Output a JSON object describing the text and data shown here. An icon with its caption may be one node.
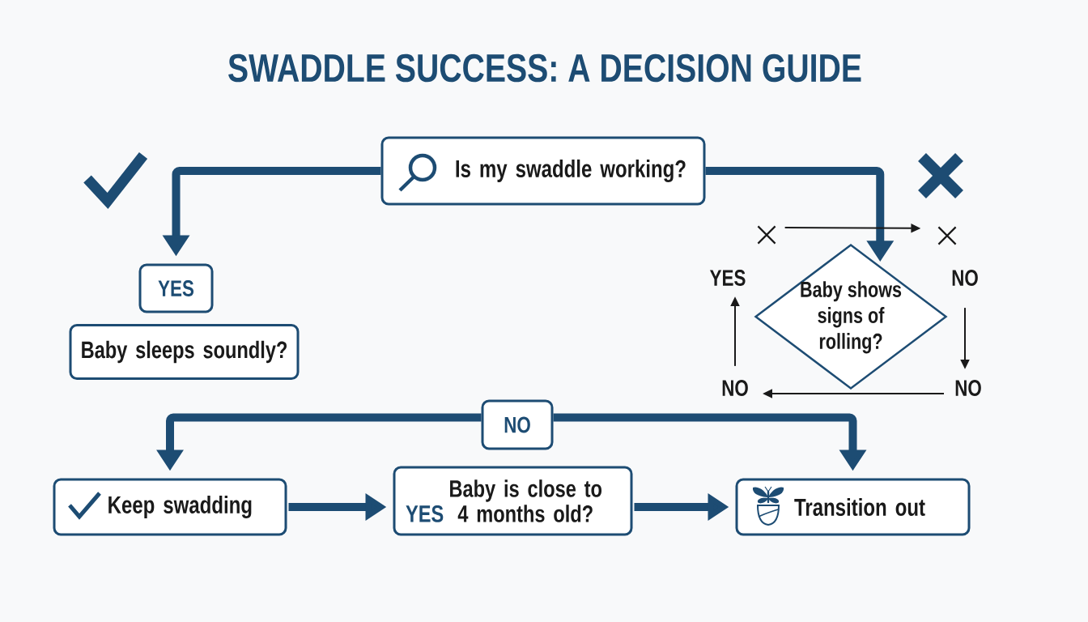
{
  "diagram": {
    "title": "SWADDLE SUCCESS: A DECISION GUIDE",
    "nodes": [
      {
        "text": [
          "Is my swaddle working?"
        ]
      },
      {
        "text": [],
        "shape": "cross"
      },
      {
        "text": [],
        "shape": "cross"
      },
      {
        "text": [
          "YES"
        ]
      },
      {
        "text": [
          "YES"
        ]
      },
      {
        "text": [
          "NO"
        ]
      },
      {
        "text": [
          "Baby shows signs of rolling?"
        ]
      },
      {
        "text": [
          "Baby sleeps soundly?"
        ]
      },
      {
        "text": [
          "NO"
        ]
      },
      {
        "text": [
          "NO"
        ]
      },
      {
        "text": [
          "NO"
        ]
      },
      {
        "text": [
          "Keep swadding"
        ]
      },
      {
        "text": [
          "YES",
          "Baby is close to 4 months old?"
        ]
      },
      {
        "text": [
          "Transition out"
        ]
      }
    ],
    "edges": [
      {
        "from": 0,
        "to": 3,
        "arrow": "to"
      },
      {
        "from": 0,
        "to": 6,
        "arrow": "to"
      },
      {
        "from": 1,
        "to": 2,
        "arrow": "to",
        "color": "#1a1a1a"
      },
      {
        "from": 8,
        "to": 4,
        "arrow": "to",
        "color": "#1a1a1a"
      },
      {
        "from": 5,
        "to": 9,
        "arrow": "to",
        "color": "#1a1a1a"
      },
      {
        "from": 9,
        "to": 8,
        "arrow": "to",
        "color": "#1a1a1a"
      },
      {
        "from": 10,
        "to": 11,
        "arrow": "to"
      },
      {
        "from": 10,
        "to": 13,
        "arrow": "to"
      },
      {
        "from": 11,
        "to": 12,
        "arrow": "to"
      },
      {
        "from": 12,
        "to": 13,
        "arrow": "to"
      }
    ]
  }
}
